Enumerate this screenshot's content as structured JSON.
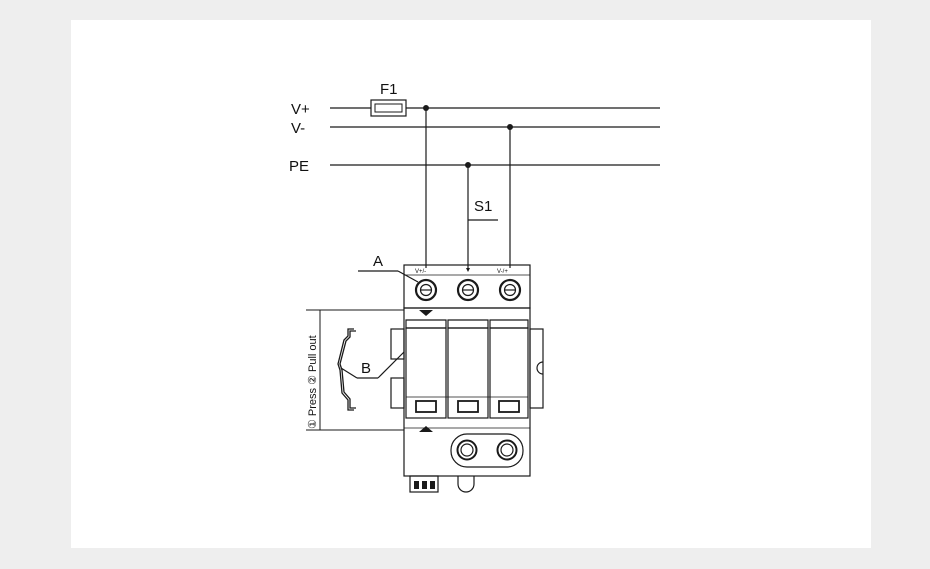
{
  "labels": {
    "v_plus": "V+",
    "v_minus": "V-",
    "pe": "PE",
    "fuse": "F1",
    "switch": "S1",
    "callout_a": "A",
    "callout_b": "B",
    "term_left": "V+/-",
    "term_right": "V-/+",
    "side_text": "① Press ② Pull out"
  },
  "colors": {
    "line": "#1a1a1a",
    "page_bg": "#eeeeee",
    "panel_bg": "#ffffff"
  }
}
